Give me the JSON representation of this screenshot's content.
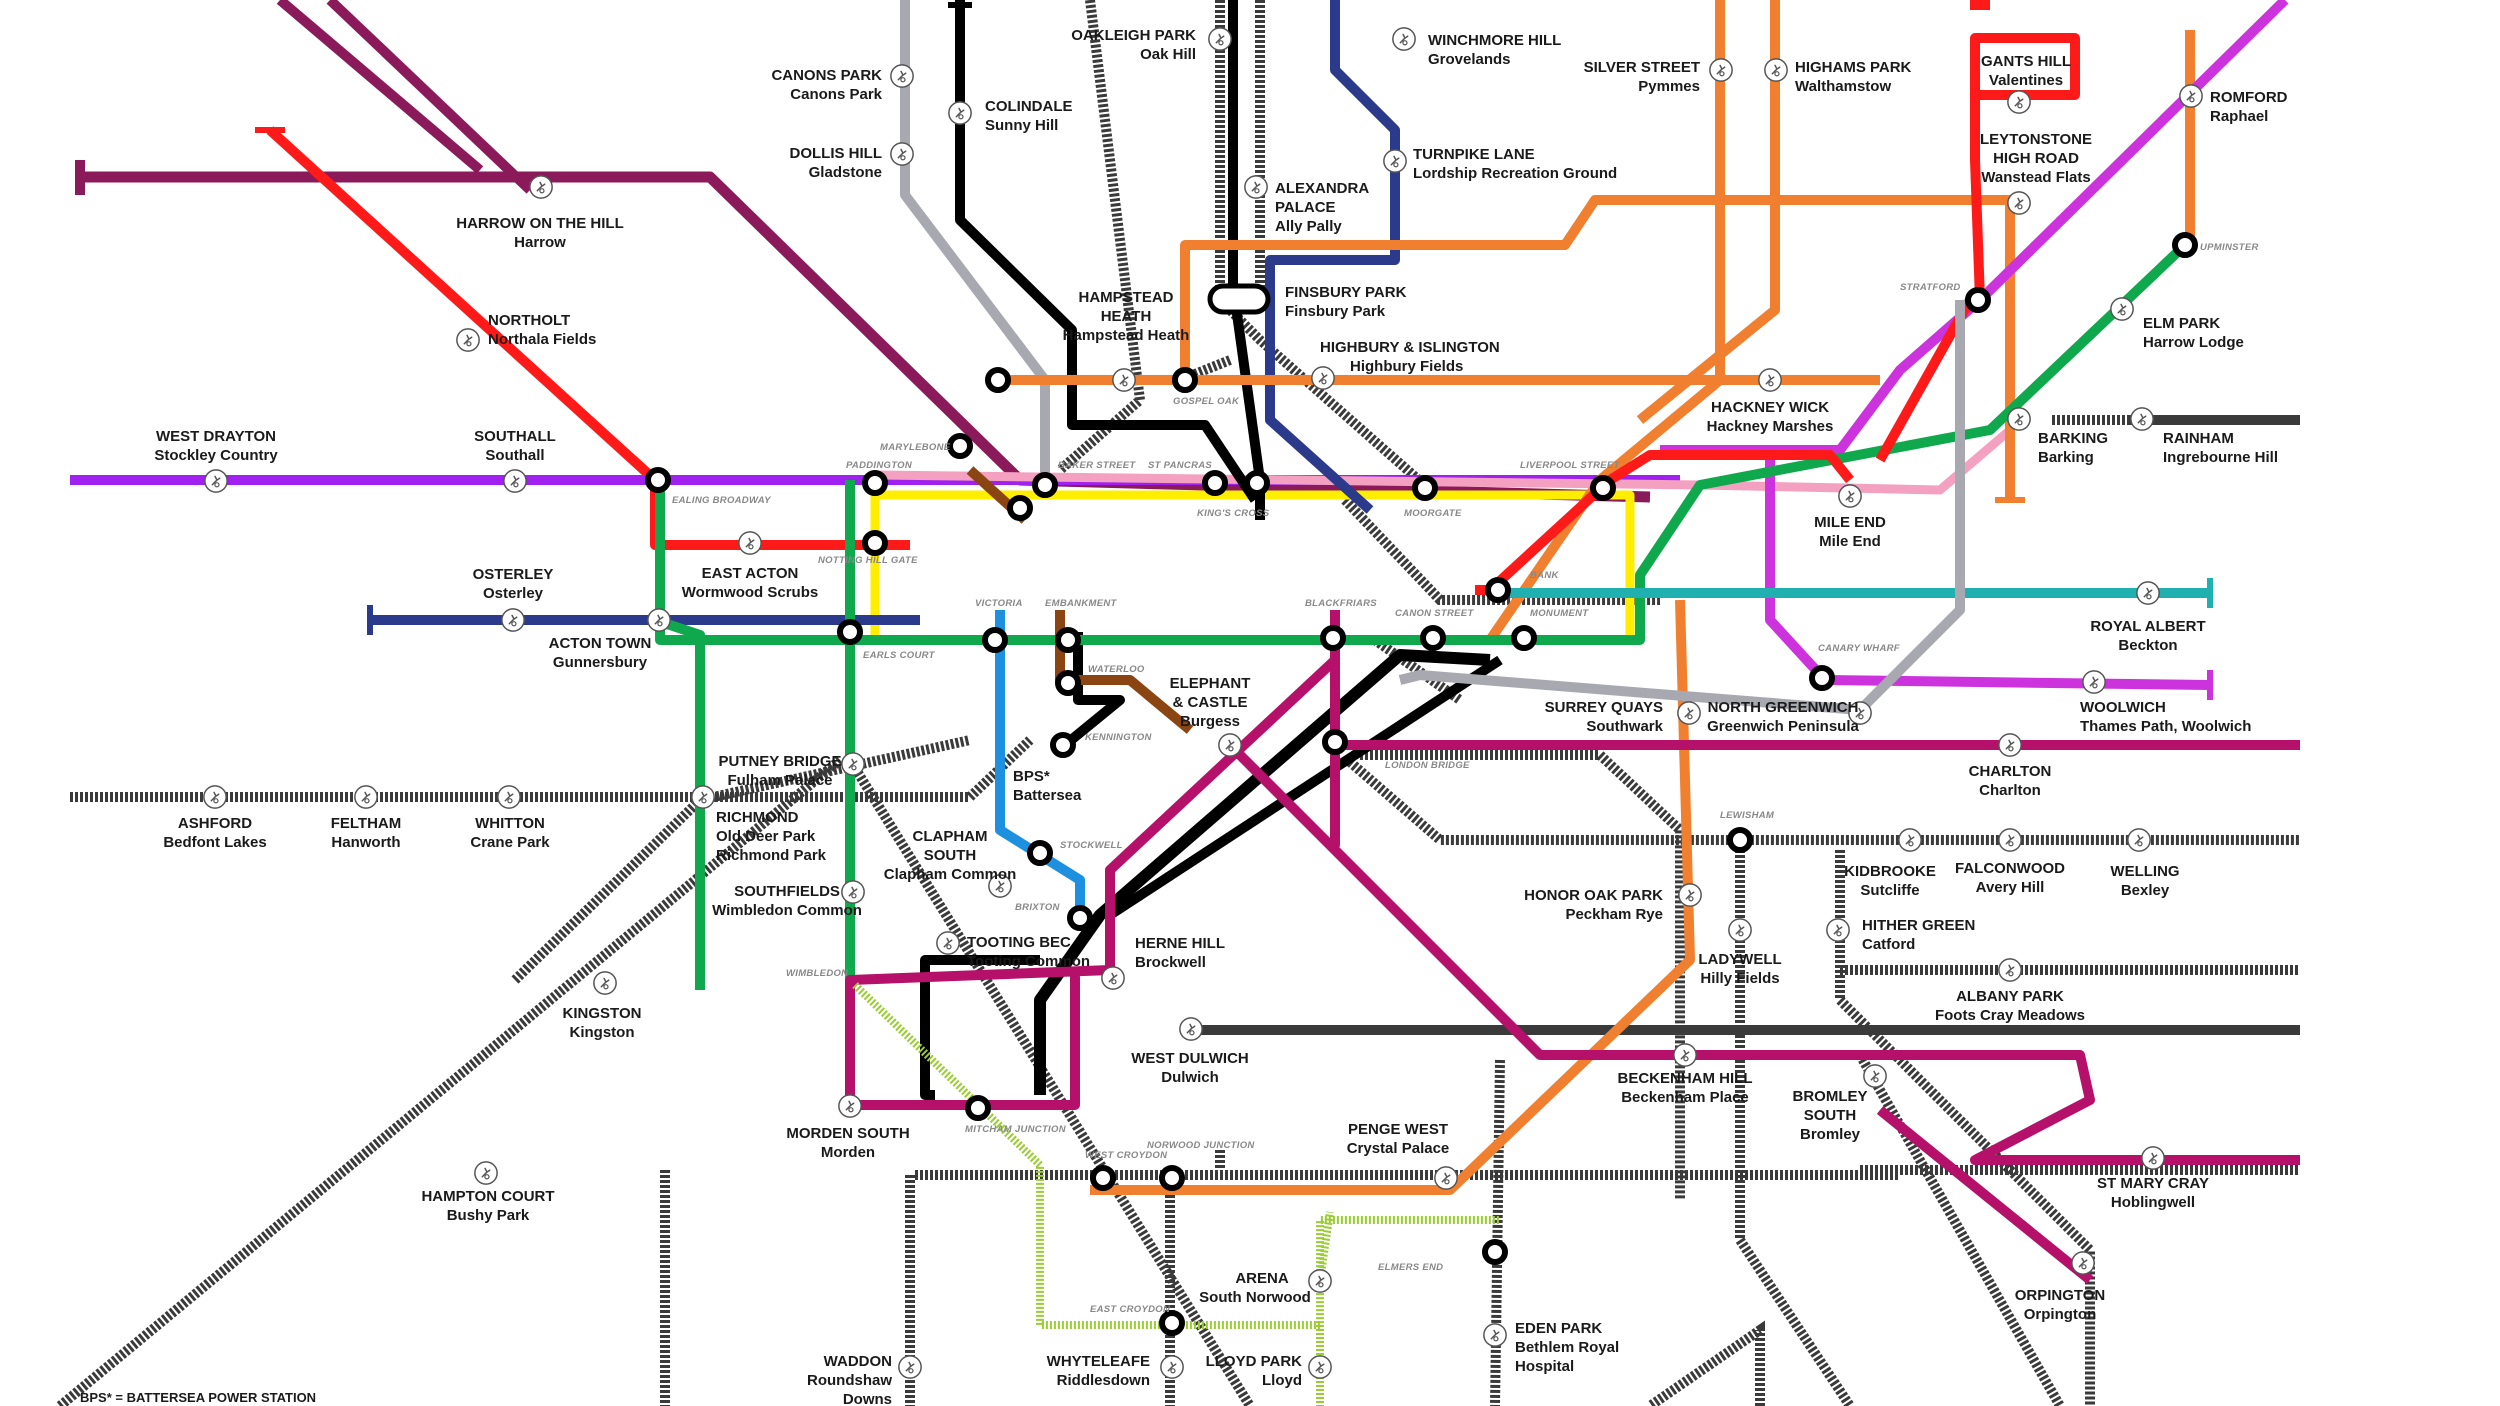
{
  "map": {
    "footnote": "BPS* = BATTERSEA POWER STATION",
    "colors": {
      "background": "#ffffff",
      "interchange_fill": "#ffffff",
      "interchange_stroke": "#000000",
      "station_marker_stroke": "#555555",
      "interchange_label": "#888888"
    },
    "lines": [
      {
        "id": "purple-west",
        "color": "#8B1A5A",
        "style": "solid"
      },
      {
        "id": "red-northolt",
        "color": "#FF1A1A",
        "style": "solid"
      },
      {
        "id": "grey-north",
        "color": "#A8A8B0",
        "style": "solid"
      },
      {
        "id": "black-northern",
        "color": "#000000",
        "style": "solid"
      },
      {
        "id": "navy-piccadilly",
        "color": "#2B3A8A",
        "style": "solid"
      },
      {
        "id": "orange-overground",
        "color": "#F08030",
        "style": "solid"
      },
      {
        "id": "magenta-purple",
        "color": "#CC33DD",
        "style": "solid"
      },
      {
        "id": "green-district",
        "color": "#10A84C",
        "style": "solid"
      },
      {
        "id": "yellow-circle",
        "color": "#FFEE00",
        "style": "solid"
      },
      {
        "id": "pink-hammersmith",
        "color": "#F4A0C0",
        "style": "solid"
      },
      {
        "id": "brown-bakerloo",
        "color": "#8B4513",
        "style": "solid"
      },
      {
        "id": "teal-dlr",
        "color": "#20B0B0",
        "style": "solid"
      },
      {
        "id": "blue-victoria",
        "color": "#1E90E0",
        "style": "solid"
      },
      {
        "id": "crimson-thameslink",
        "color": "#B5106A",
        "style": "solid"
      },
      {
        "id": "lime-tram",
        "color": "#9ACD32",
        "style": "dotted"
      },
      {
        "id": "national-rail",
        "color": "#3A3A3A",
        "style": "hatched"
      }
    ],
    "stations": [
      {
        "name": "HARROW ON THE HILL",
        "area": "Harrow"
      },
      {
        "name": "NORTHOLT",
        "area": "Northala Fields"
      },
      {
        "name": "WEST DRAYTON",
        "area": "Stockley Country"
      },
      {
        "name": "SOUTHALL",
        "area": "Southall"
      },
      {
        "name": "EAST ACTON",
        "area": "Wormwood Scrubs"
      },
      {
        "name": "OSTERLEY",
        "area": "Osterley"
      },
      {
        "name": "ACTON TOWN",
        "area": "Gunnersbury"
      },
      {
        "name": "CANONS PARK",
        "area": "Canons Park"
      },
      {
        "name": "DOLLIS HILL",
        "area": "Gladstone"
      },
      {
        "name": "COLINDALE",
        "area": "Sunny Hill"
      },
      {
        "name": "OAKLEIGH PARK",
        "area": "Oak Hill"
      },
      {
        "name": "WINCHMORE HILL",
        "area": "Grovelands"
      },
      {
        "name": "TURNPIKE LANE",
        "area": "Lordship Recreation Ground"
      },
      {
        "name": "ALEXANDRA PALACE",
        "area": "Ally Pally"
      },
      {
        "name": "FINSBURY PARK",
        "area": "Finsbury Park"
      },
      {
        "name": "HIGHBURY & ISLINGTON",
        "area": "Highbury Fields"
      },
      {
        "name": "HAMPSTEAD HEATH",
        "area": "Hampstead Heath"
      },
      {
        "name": "SILVER STREET",
        "area": "Pymmes"
      },
      {
        "name": "HIGHAMS PARK",
        "area": "Walthamstow"
      },
      {
        "name": "GANTS HILL",
        "area": "Valentines"
      },
      {
        "name": "ROMFORD",
        "area": "Raphael"
      },
      {
        "name": "LEYTONSTONE HIGH ROAD",
        "area": "Wanstead Flats"
      },
      {
        "name": "ELM PARK",
        "area": "Harrow Lodge"
      },
      {
        "name": "HACKNEY WICK",
        "area": "Hackney Marshes"
      },
      {
        "name": "BARKING",
        "area": "Barking"
      },
      {
        "name": "RAINHAM",
        "area": "Ingrebourne Hill"
      },
      {
        "name": "MILE END",
        "area": "Mile End"
      },
      {
        "name": "ROYAL ALBERT",
        "area": "Beckton"
      },
      {
        "name": "WOOLWICH",
        "area": "Thames Path, Woolwich"
      },
      {
        "name": "NORTH GREENWICH",
        "area": "Greenwich Peninsula"
      },
      {
        "name": "SURREY QUAYS",
        "area": "Southwark"
      },
      {
        "name": "CHARLTON",
        "area": "Charlton"
      },
      {
        "name": "ELEPHANT & CASTLE",
        "area": "Burgess"
      },
      {
        "name": "BPS*",
        "area": "Battersea"
      },
      {
        "name": "PUTNEY BRIDGE",
        "area": "Fulham Palace"
      },
      {
        "name": "RICHMOND",
        "area": "Old Deer Park Richmond Park"
      },
      {
        "name": "ASHFORD",
        "area": "Bedfont Lakes"
      },
      {
        "name": "FELTHAM",
        "area": "Hanworth"
      },
      {
        "name": "WHITTON",
        "area": "Crane Park"
      },
      {
        "name": "SOUTHFIELDS",
        "area": "Wimbledon Common"
      },
      {
        "name": "CLAPHAM SOUTH",
        "area": "Clapham Common"
      },
      {
        "name": "TOOTING BEC",
        "area": "Tooting Common"
      },
      {
        "name": "HERNE HILL",
        "area": "Brockwell"
      },
      {
        "name": "KINGSTON",
        "area": "Kingston"
      },
      {
        "name": "WEST DULWICH",
        "area": "Dulwich"
      },
      {
        "name": "MORDEN SOUTH",
        "area": "Morden"
      },
      {
        "name": "HAMPTON COURT",
        "area": "Bushy Park"
      },
      {
        "name": "HONOR OAK PARK",
        "area": "Peckham Rye"
      },
      {
        "name": "KIDBROOKE",
        "area": "Sutcliffe"
      },
      {
        "name": "FALCONWOOD",
        "area": "Avery Hill"
      },
      {
        "name": "WELLING",
        "area": "Bexley"
      },
      {
        "name": "HITHER GREEN",
        "area": "Catford"
      },
      {
        "name": "LADYWELL",
        "area": "Hilly Fields"
      },
      {
        "name": "ALBANY PARK",
        "area": "Foots Cray Meadows"
      },
      {
        "name": "BECKENHAM HILL",
        "area": "Beckenham Place"
      },
      {
        "name": "BROMLEY SOUTH",
        "area": "Bromley"
      },
      {
        "name": "PENGE WEST",
        "area": "Crystal Palace"
      },
      {
        "name": "ST MARY CRAY",
        "area": "Hoblingwell"
      },
      {
        "name": "ARENA",
        "area": "South Norwood"
      },
      {
        "name": "EDEN PARK",
        "area": "Bethlem Royal Hospital"
      },
      {
        "name": "ORPINGTON",
        "area": "Orpington"
      },
      {
        "name": "WADDON",
        "area": "Roundshaw Downs"
      },
      {
        "name": "WHYTELEAFE",
        "area": "Riddlesdown"
      },
      {
        "name": "LLOYD PARK",
        "area": "Lloyd"
      }
    ],
    "interchanges": [
      "MARYLEBONE",
      "PADDINGTON",
      "BAKER STREET",
      "ST PANCRAS",
      "KING'S CROSS",
      "MOORGATE",
      "LIVERPOOL STREET",
      "EALING BROADWAY",
      "NOTTING HILL GATE",
      "GOSPEL OAK",
      "STRATFORD",
      "UPMINSTER",
      "BANK",
      "MONUMENT",
      "CANON STREET",
      "BLACKFRIARS",
      "VICTORIA",
      "EMBANKMENT",
      "WATERLOO",
      "KENNINGTON",
      "EARLS COURT",
      "STOCKWELL",
      "BRIXTON",
      "LONDON BRIDGE",
      "CANARY WHARF",
      "LEWISHAM",
      "WIMBLEDON",
      "MITCHAM JUNCTION",
      "WEST CROYDON",
      "NORWOOD JUNCTION",
      "EAST CROYDON",
      "ELMERS END"
    ]
  }
}
